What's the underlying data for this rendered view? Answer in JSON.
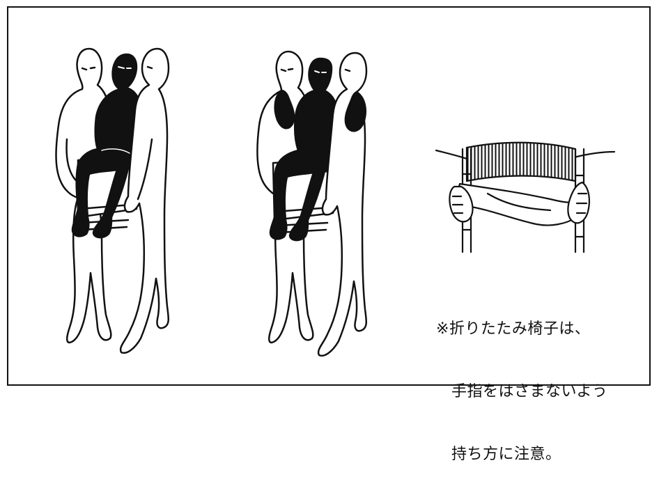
{
  "note": {
    "line1": "※折りたたみ椅子は、",
    "line2": "手指をはさまないよう",
    "line3": "持ち方に注意。"
  },
  "colors": {
    "ink": "#111111",
    "background": "#ffffff"
  }
}
